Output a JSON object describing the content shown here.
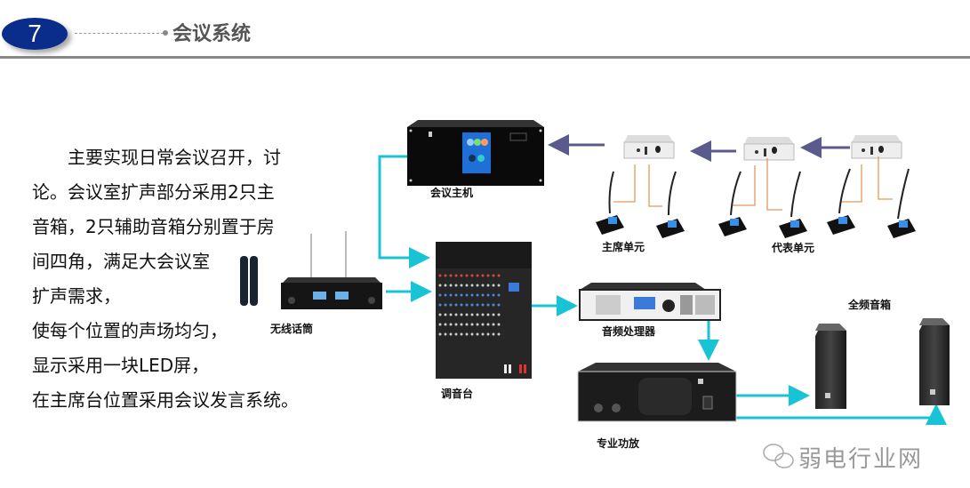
{
  "header": {
    "section_number": "7",
    "title": "会议系统"
  },
  "description": {
    "lines": [
      "　　主要实现日常会议召开，讨",
      "论。会议室扩声部分采用2只主",
      "音箱，2只辅助音箱分别置于房",
      "间四角，满足大会议室",
      "扩声需求，",
      "使每个位置的声场均匀，",
      "显示采用一块LED屏，",
      "在主席台位置采用会议发言系统。"
    ]
  },
  "diagram": {
    "labels": {
      "conference_host": "会议主机",
      "wireless_mic": "无线话筒",
      "mixer": "调音台",
      "audio_processor": "音频处理器",
      "power_amp": "专业功放",
      "chairman_unit": "主席单元",
      "delegate_unit": "代表单元",
      "full_range_speaker": "全频音箱"
    },
    "colors": {
      "signal_line": "#19c3d6",
      "control_arrow": "#5a5a8c",
      "unit_wire": "#e39a5a",
      "badge": "#0a2c8a"
    }
  },
  "watermark": "弱电行业网"
}
